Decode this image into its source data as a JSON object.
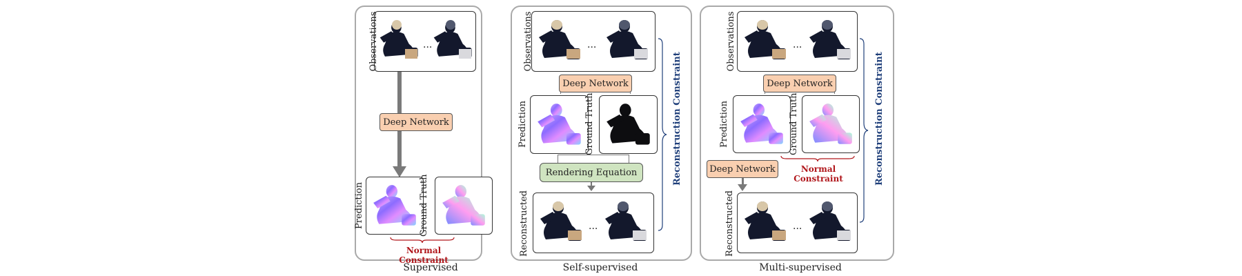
{
  "panels": {
    "supervised": {
      "caption": "Supervised",
      "observations_label": "Observations",
      "network_label": "Deep Network",
      "prediction_label": "Prediction",
      "ground_truth_label": "Ground Truth",
      "constraint_label": "Normal Constraint"
    },
    "self_supervised": {
      "caption": "Self-supervised",
      "observations_label": "Observations",
      "network_label": "Deep Network",
      "prediction_label": "Prediction",
      "ground_truth_label": "Ground Truth",
      "rendering_label": "Rendering Equation",
      "reconstructed_label": "Reconstructed",
      "constraint_label": "Reconstruction Constraint"
    },
    "multi_supervised": {
      "caption": "Multi-supervised",
      "observations_label": "Observations",
      "network_label": "Deep Network",
      "prediction_label": "Prediction",
      "ground_truth_label": "Ground Truth",
      "second_network_label": "Deep Network",
      "normal_constraint_label": "Normal Constraint",
      "reconstructed_label": "Reconstructed",
      "reconstruction_constraint_label": "Reconstruction Constraint"
    }
  },
  "ellipsis": "...",
  "colors": {
    "network_fill": "#f9cfb0",
    "render_fill": "#cfe4c0",
    "reconstruction_text": "#1f3f7a",
    "normal_text": "#b0161b",
    "panel_border": "#a9a9a9"
  }
}
